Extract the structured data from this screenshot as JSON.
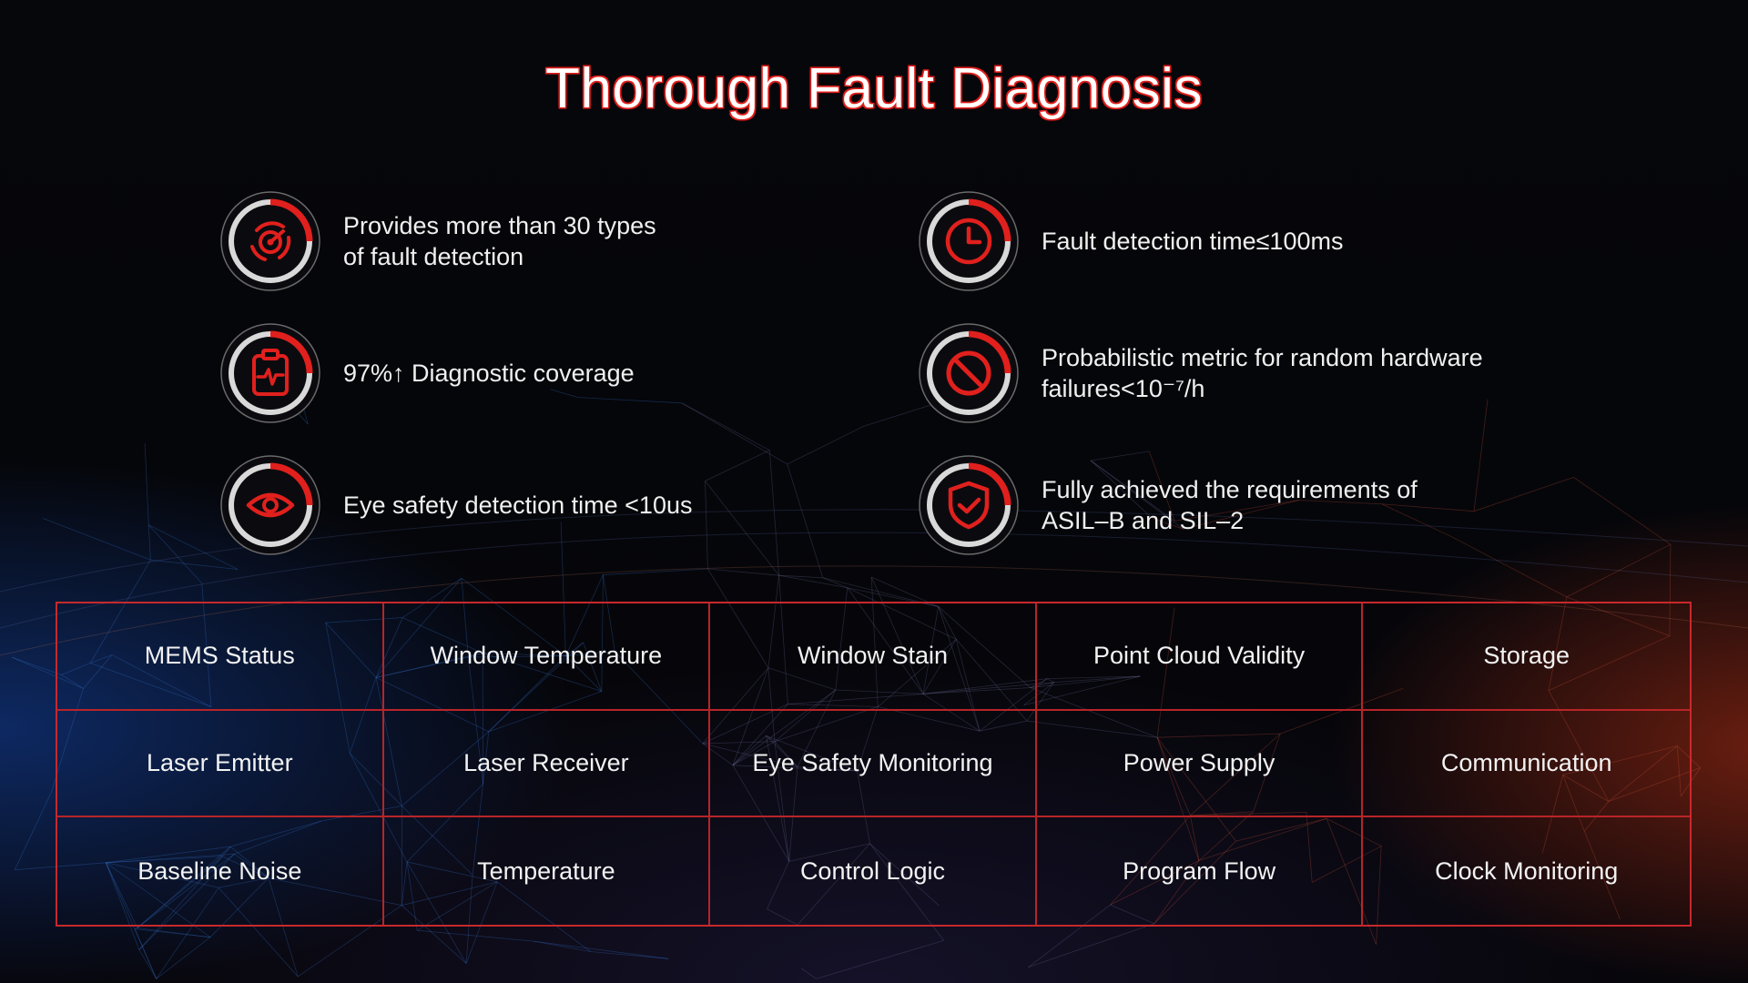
{
  "title": "Thorough Fault Diagnosis",
  "colors": {
    "accent": "#e1201d",
    "grid_border": "#c8282c",
    "ring_gray": "#d9d9d9",
    "background": "#05060a"
  },
  "features": [
    {
      "icon": "radar-scan-icon",
      "lines": [
        "Provides more than 30 types",
        "of fault detection"
      ]
    },
    {
      "icon": "clock-icon",
      "lines": [
        "Fault detection time≤100ms"
      ]
    },
    {
      "icon": "clipboard-pulse-icon",
      "lines": [
        "97%↑ Diagnostic coverage"
      ]
    },
    {
      "icon": "prohibited-icon",
      "lines": [
        "Probabilistic metric for random hardware",
        "failures<10⁻⁷/h"
      ]
    },
    {
      "icon": "eye-icon",
      "lines": [
        "Eye safety detection time <10us"
      ]
    },
    {
      "icon": "shield-check-icon",
      "lines": [
        "Fully achieved the requirements of",
        "ASIL–B and SIL–2"
      ]
    }
  ],
  "diagnostics_grid": {
    "rows": [
      [
        "MEMS Status",
        "Window Temperature",
        "Window Stain",
        "Point Cloud Validity",
        "Storage"
      ],
      [
        "Laser Emitter",
        "Laser Receiver",
        "Eye Safety Monitoring",
        "Power Supply",
        "Communication"
      ],
      [
        "Baseline Noise",
        "Temperature",
        "Control Logic",
        "Program Flow",
        "Clock Monitoring"
      ]
    ]
  }
}
